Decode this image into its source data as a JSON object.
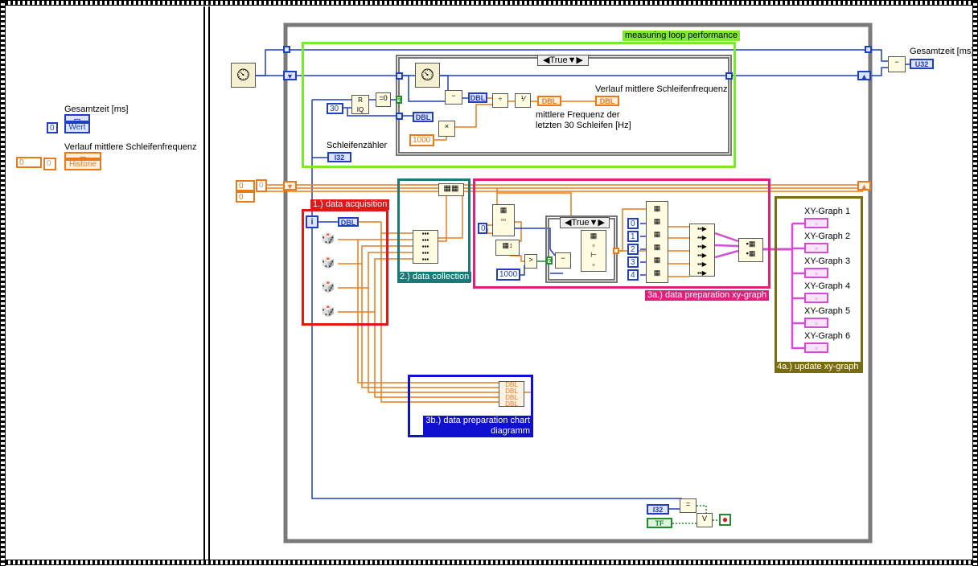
{
  "front_panel": {
    "gesamtzeit_label": "Gesamtzeit [ms]",
    "gesamtzeit_value": "0",
    "gesamtzeit_term": "Wert",
    "verlauf_label": "Verlauf mittlere Schleifenfrequenz",
    "verlauf_value": "0",
    "verlauf_index": "0",
    "verlauf_term": "Historie"
  },
  "diagram": {
    "measuring_tag": "measuring loop performance",
    "case_top": "True",
    "verlauf_label": "Verlauf mittlere Schleifenfrequenz",
    "mittlere_label_1": "mittlere Frequenz der",
    "mittlere_label_2": "letzten 30 Schleifen [Hz]",
    "schleifen_label": "Schleifenzähler",
    "gesamt_label": "Gesamtzeit [ms]",
    "const_30": "30",
    "const_1000": "1000",
    "const_1000b": "1000",
    "const_0": "0",
    "dbl": "DBL",
    "i32": "I32",
    "u32": "U32",
    "tf": "TF",
    "loop_i": "i",
    "shift_val_1": "0",
    "shift_val_2": "0",
    "shift_idx_1": "0",
    "data_acq_tag": "1.) data acquisition",
    "data_coll_tag": "2.) data collection",
    "prep_xy_tag": "3a.) data preparation xy-graph",
    "case_mid": "True",
    "idx": [
      "0",
      "1",
      "2",
      "3",
      "4"
    ],
    "update_xy_tag": "4a.) update xy-graph",
    "xy_graphs": [
      "XY-Graph 1",
      "XY-Graph 2",
      "XY-Graph 3",
      "XY-Graph 4",
      "XY-Graph 5",
      "XY-Graph 6"
    ],
    "prep_chart_tag_1": "3b.) data preparation chart",
    "prep_chart_tag_2": "diagramm"
  },
  "colors": {
    "orange_wire": "#e87a1a",
    "blue_wire": "#1f3fc0",
    "pink_wire": "#d24fd4",
    "green_frame": "#7ce830",
    "red_frame": "#e01818",
    "teal_frame": "#1a7a7a",
    "magenta_frame": "#e0207a",
    "olive_frame": "#7a6a10",
    "blue_frame": "#1010d0"
  }
}
